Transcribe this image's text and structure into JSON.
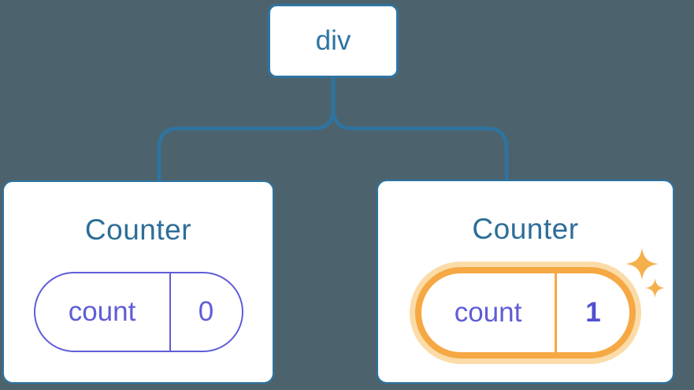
{
  "colors": {
    "bg": "#4C636E",
    "blue": "#2E74A2",
    "title": "#2D6E99",
    "purple": "#5F5DD6",
    "purple_bold": "#514FD1",
    "orange": "#F5A843",
    "orange_glow": "#FBDCA8",
    "sparkle": "#F5B04C",
    "card_bg": "#FFFFFF"
  },
  "tree": {
    "root": {
      "label": "div"
    },
    "children": [
      {
        "title": "Counter",
        "state": {
          "key": "count",
          "value": "0"
        },
        "highlighted": false
      },
      {
        "title": "Counter",
        "state": {
          "key": "count",
          "value": "1"
        },
        "highlighted": true
      }
    ]
  }
}
